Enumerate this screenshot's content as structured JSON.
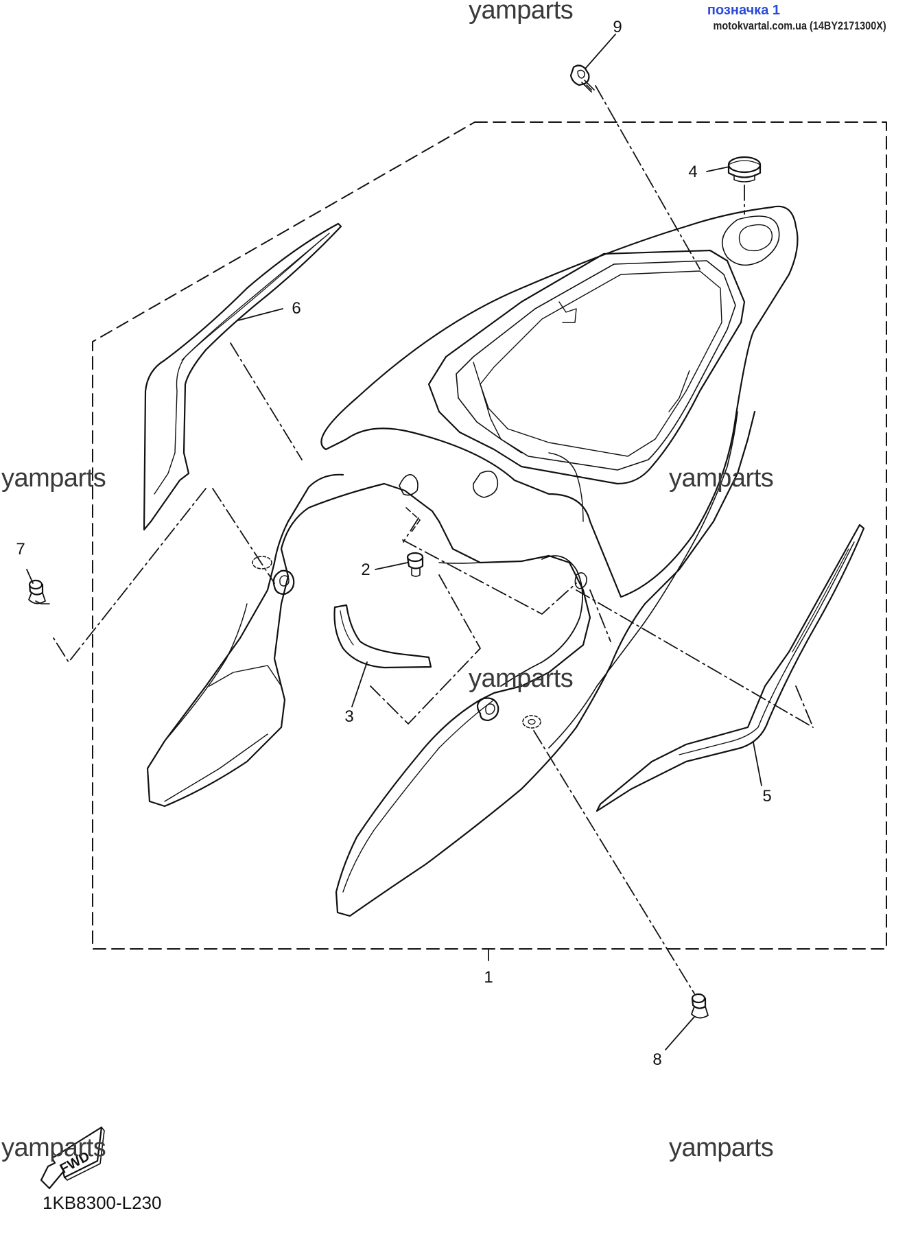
{
  "header": {
    "badge_title": "позначка 1",
    "badge_sub": "motokvartal.com.ua (14BY2171300X)"
  },
  "watermarks": [
    "yamparts",
    "yamparts",
    "yamparts",
    "yamparts",
    "yamparts",
    "yamparts"
  ],
  "callouts": [
    "1",
    "2",
    "3",
    "4",
    "5",
    "6",
    "7",
    "8",
    "9"
  ],
  "fwd_label": "FWD",
  "diagram_code": "1KB8300-L230"
}
